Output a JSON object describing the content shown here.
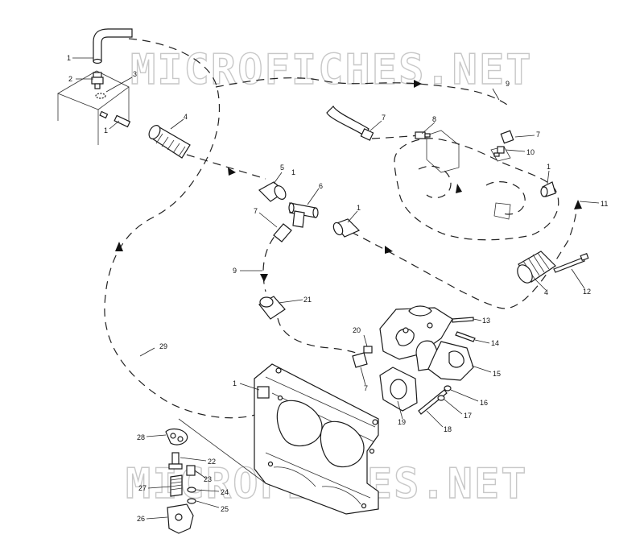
{
  "watermark": "MICROFICHES.NET",
  "callouts": [
    {
      "id": "c1a",
      "text": "1"
    },
    {
      "id": "c2",
      "text": "2"
    },
    {
      "id": "c3",
      "text": "3"
    },
    {
      "id": "c1b",
      "text": "1"
    },
    {
      "id": "c4a",
      "text": "4"
    },
    {
      "id": "c5",
      "text": "5"
    },
    {
      "id": "c1c",
      "text": "1"
    },
    {
      "id": "c6",
      "text": "6"
    },
    {
      "id": "c7a",
      "text": "7"
    },
    {
      "id": "c1d",
      "text": "1"
    },
    {
      "id": "c9a",
      "text": "9"
    },
    {
      "id": "c21",
      "text": "21"
    },
    {
      "id": "c4b",
      "text": "4"
    },
    {
      "id": "c12",
      "text": "12"
    },
    {
      "id": "c9b",
      "text": "9"
    },
    {
      "id": "c7b",
      "text": "7"
    },
    {
      "id": "c8",
      "text": "8"
    },
    {
      "id": "c7c",
      "text": "7"
    },
    {
      "id": "c10",
      "text": "10"
    },
    {
      "id": "c1e",
      "text": "1"
    },
    {
      "id": "c11",
      "text": "11"
    },
    {
      "id": "c13",
      "text": "13"
    },
    {
      "id": "c14",
      "text": "14"
    },
    {
      "id": "c15",
      "text": "15"
    },
    {
      "id": "c20",
      "text": "20"
    },
    {
      "id": "c7d",
      "text": "7"
    },
    {
      "id": "c16",
      "text": "16"
    },
    {
      "id": "c17",
      "text": "17"
    },
    {
      "id": "c18",
      "text": "18"
    },
    {
      "id": "c19",
      "text": "19"
    },
    {
      "id": "c29",
      "text": "29"
    },
    {
      "id": "c1f",
      "text": "1"
    },
    {
      "id": "c28",
      "text": "28"
    },
    {
      "id": "c22",
      "text": "22"
    },
    {
      "id": "c23",
      "text": "23"
    },
    {
      "id": "c27",
      "text": "27"
    },
    {
      "id": "c24",
      "text": "24"
    },
    {
      "id": "c25",
      "text": "25"
    },
    {
      "id": "c26",
      "text": "26"
    }
  ]
}
